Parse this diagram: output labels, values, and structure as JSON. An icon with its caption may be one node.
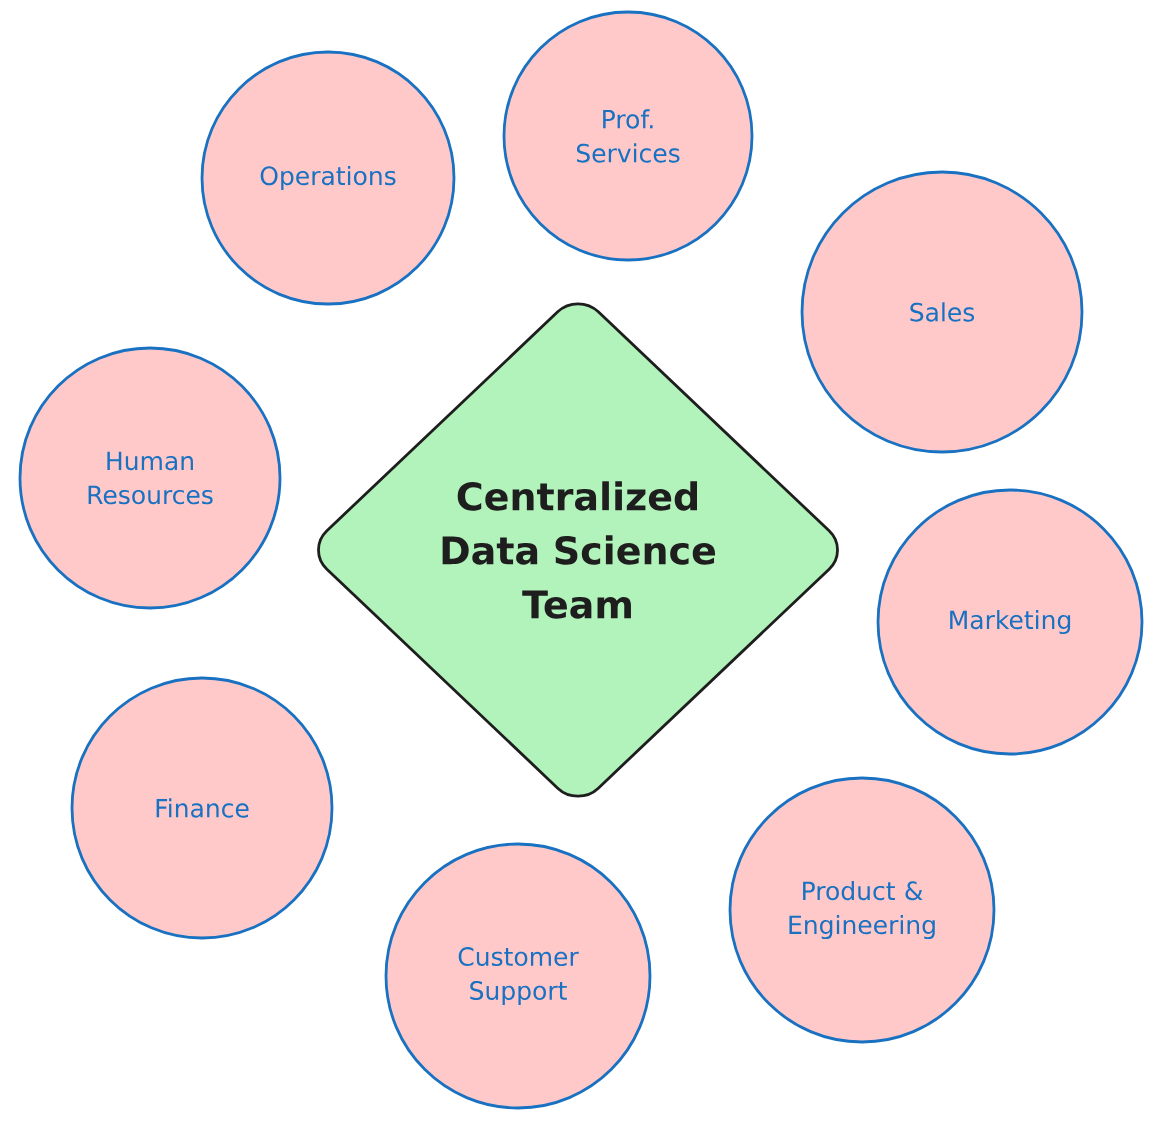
{
  "diagram": {
    "nodes": [
      {
        "text": [
          "Centralized Data Science Team"
        ]
      },
      {
        "text": [
          "Operations"
        ]
      },
      {
        "text": [
          "Prof. Services"
        ]
      },
      {
        "text": [
          "Sales"
        ]
      },
      {
        "text": [
          "Marketing"
        ]
      },
      {
        "text": [
          "Product & Engineering"
        ]
      },
      {
        "text": [
          "Customer Support"
        ]
      },
      {
        "text": [
          "Finance"
        ]
      },
      {
        "text": [
          "Human Resources"
        ]
      }
    ]
  }
}
